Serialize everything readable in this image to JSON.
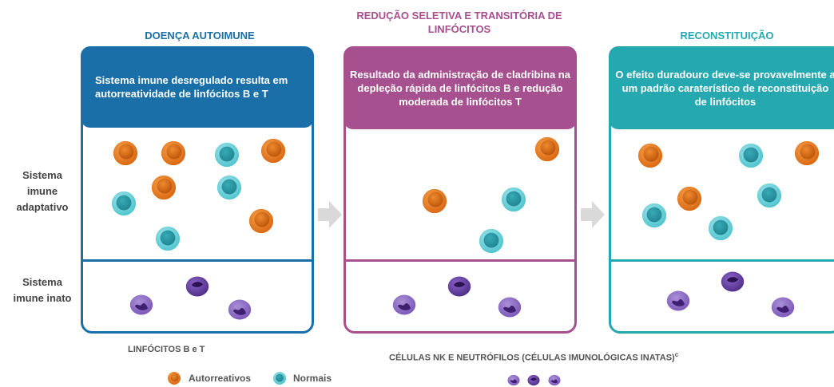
{
  "columns": [
    {
      "title": "DOENÇA AUTOIMUNE",
      "color": "#1a6fa8",
      "header": "Sistema imune desregulado resulta em autorreatividade de linfócitos B e T",
      "header_color": "#1a6fa8"
    },
    {
      "title": "REDUÇÃO SELETIVA E TRANSITÓRIA DE LINFÓCITOS",
      "color": "#a6508f",
      "header": "Resultado da administração de cladribina na depleção rápida de linfócitos B e redução moderada de linfócitos T",
      "header_color": "#a6508f"
    },
    {
      "title": "RECONSTITUIÇÃO",
      "color": "#26a8b0",
      "header": "O efeito duradouro deve-se provavelmente a um padrão caraterístico de reconstituição de linfócitos",
      "header_color": "#26a8b0"
    }
  ],
  "rows": {
    "adaptive": "Sistema imune adaptativo",
    "innate": "Sistema imune inato"
  },
  "footer": {
    "lymphocytes": "LINFÓCITOS B e T",
    "nk": "CÉLULAS NK E NEUTRÓFILOS (CÉLULAS IMUNOLÓGICAS INATAS)",
    "nk_sup": "c"
  },
  "legend": {
    "autoreactive": "Autorreativos",
    "normal": "Normais"
  },
  "colors": {
    "autoreactive": "#e87a1e",
    "normal": "#3fb6c0",
    "innate": "#7d4fae",
    "arrow": "#d9d9d9"
  }
}
